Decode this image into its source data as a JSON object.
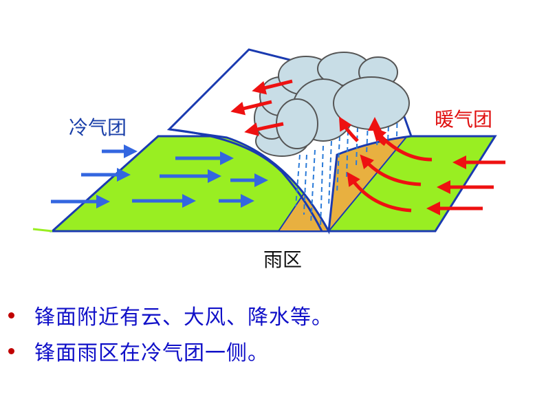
{
  "labels": {
    "cold_air_mass": "冷气团",
    "warm_air_mass": "暖气团",
    "rain_area": "雨区"
  },
  "bullets": [
    "锋面附近有云、大风、降水等。",
    "锋面雨区在冷气团一侧。"
  ],
  "colors": {
    "ground": "#99ee22",
    "ground_edge": "#1a3ab0",
    "rain_band": "#e8b040",
    "cold_arrow": "#3366e0",
    "warm_arrow": "#ee1111",
    "cloud": "#c8dde6",
    "bullet": "#c00000",
    "text_blue": "#1010c8"
  }
}
